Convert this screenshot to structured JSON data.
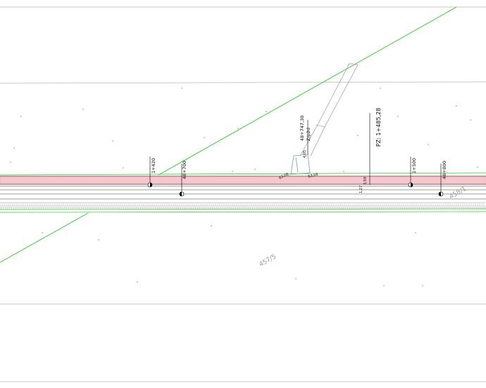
{
  "colors": {
    "frame": "#b8b8b8",
    "green": "#22cc22",
    "pink_band": "#f5c6cc",
    "track": "#3a3a3a",
    "blue": "#6a9ad0",
    "text": "#111111",
    "faint": "#9a9a9a"
  },
  "chainage_labels": {
    "km_1_420": "1+420",
    "km_48_700": "48+700",
    "km_48_747": "48+747,30",
    "culvert": "Z/p2d",
    "pz": "PZ: 1+485,28",
    "km_1_500": "1+500",
    "km_48_800": "48+800"
  },
  "small_labels": {
    "dim_a": "4,05",
    "dim_b": "63,08",
    "dim_c": "63,08",
    "dim_d": "1,27",
    "dim_e": "3,59"
  },
  "parcels": {
    "parcel_main": "457/5",
    "parcel_right": "458/1"
  }
}
